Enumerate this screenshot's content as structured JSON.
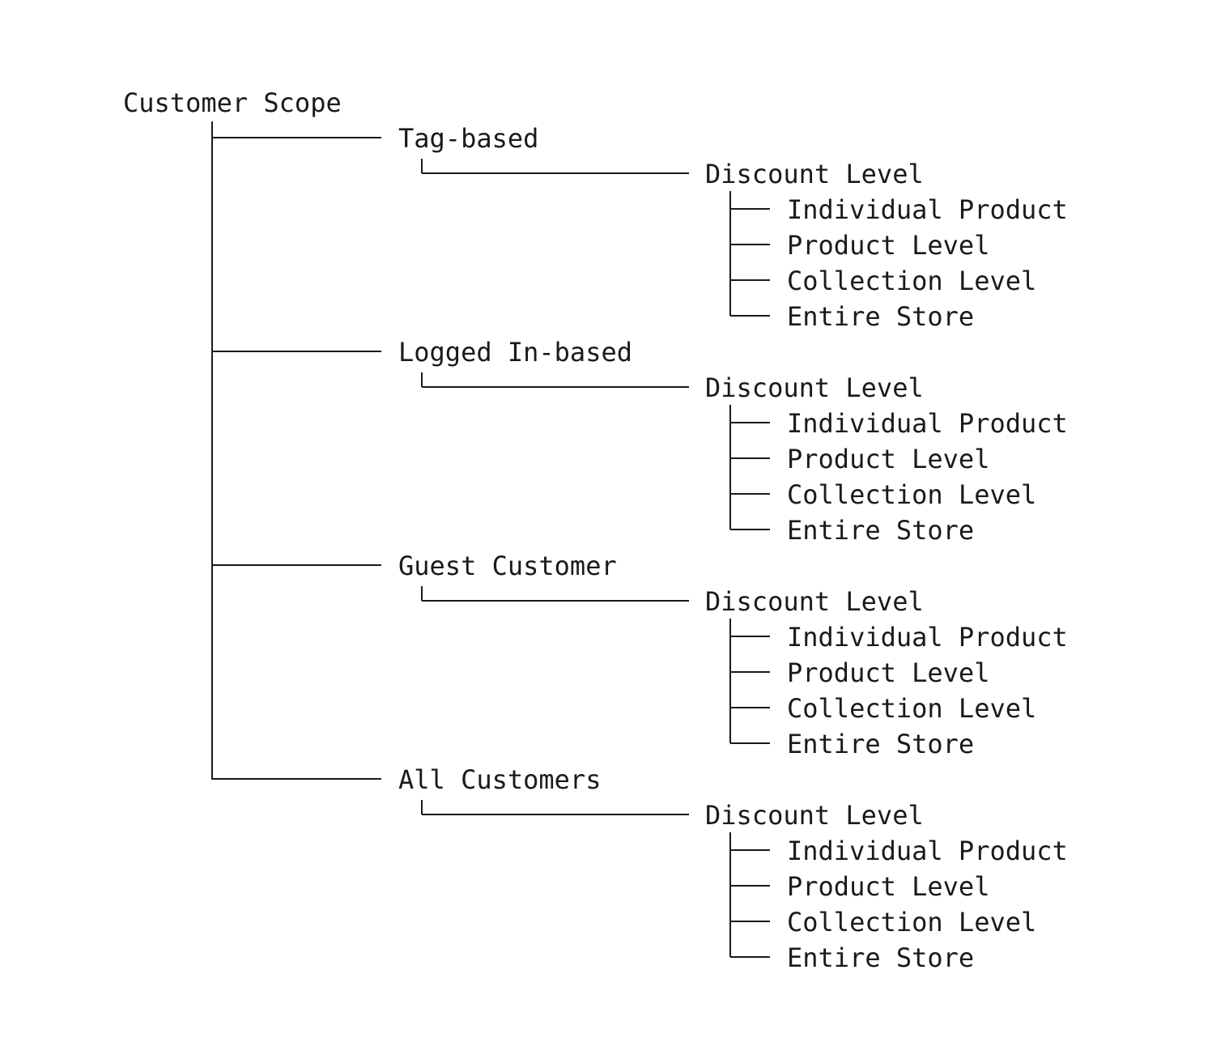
{
  "tree": {
    "root": {
      "label": "Customer Scope"
    },
    "groups": [
      {
        "label": "Tag-based",
        "discount": {
          "label": "Discount Level",
          "items": [
            "Individual Product",
            "Product Level",
            "Collection Level",
            "Entire Store"
          ]
        }
      },
      {
        "label": "Logged In-based",
        "discount": {
          "label": "Discount Level",
          "items": [
            "Individual Product",
            "Product Level",
            "Collection Level",
            "Entire Store"
          ]
        }
      },
      {
        "label": "Guest Customer",
        "discount": {
          "label": "Discount Level",
          "items": [
            "Individual Product",
            "Product Level",
            "Collection Level",
            "Entire Store"
          ]
        }
      },
      {
        "label": "All Customers",
        "discount": {
          "label": "Discount Level",
          "items": [
            "Individual Product",
            "Product Level",
            "Collection Level",
            "Entire Store"
          ]
        }
      }
    ]
  }
}
